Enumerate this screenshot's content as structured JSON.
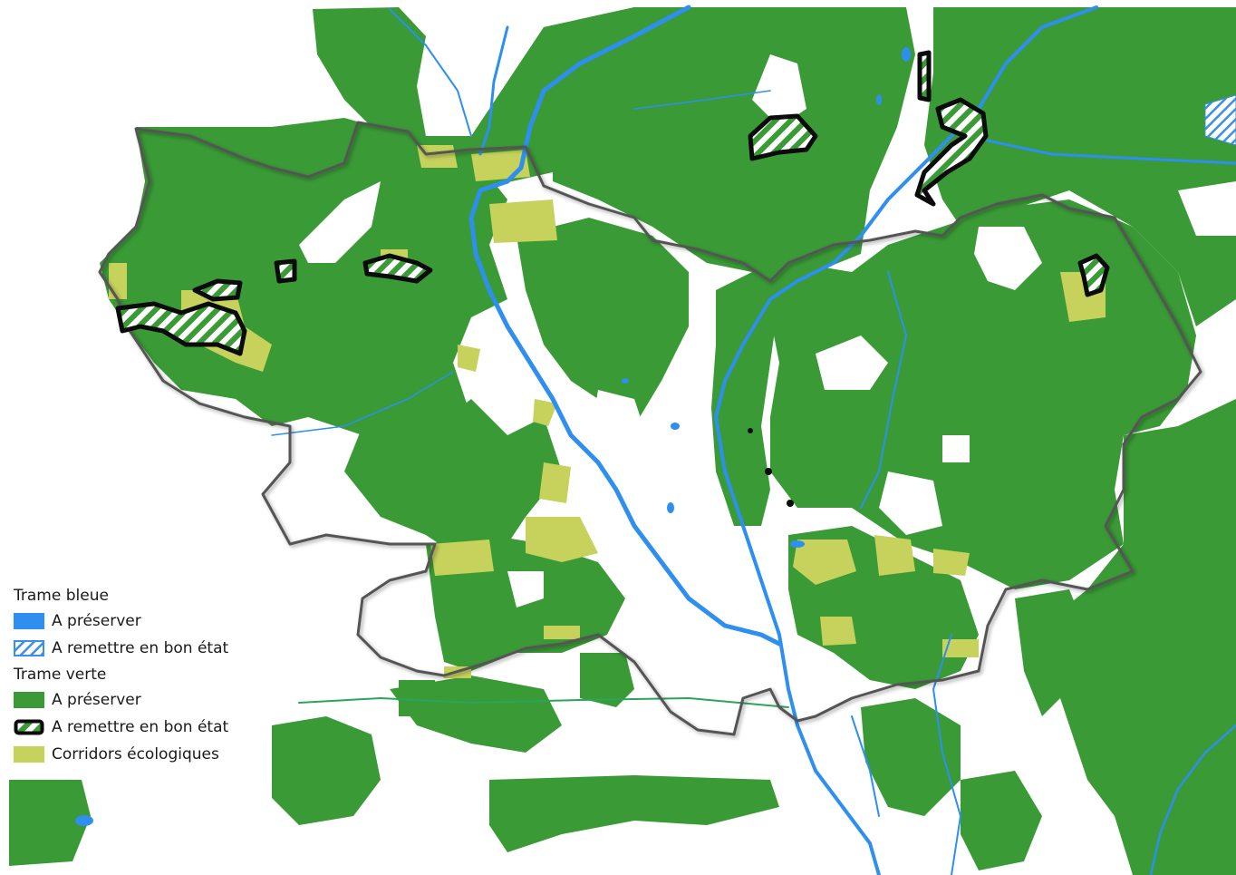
{
  "colors": {
    "background": "#ffffff",
    "green_preserve": "#3a9a36",
    "green_restore_hatch": "#3a9a36",
    "blue_preserve": "#2e8ff0",
    "blue_restore_hatch": "#3b8fe8",
    "corridor": "#c6d25c",
    "boundary": "#555555",
    "restore_outline": "#0b0b0b"
  },
  "legend": {
    "blue_title": "Trame bleue",
    "blue_preserve": "A préserver",
    "blue_restore": "A remettre en bon état",
    "green_title": "Trame verte",
    "green_preserve": "A préserver",
    "green_restore": "A remettre en bon état",
    "corridors": "Corridors écologiques"
  },
  "icons": {
    "blue_preserve": "solid-blue-swatch",
    "blue_restore": "hatched-blue-swatch",
    "green_preserve": "solid-green-swatch",
    "green_restore": "black-outlined-hatched-swatch",
    "corridors": "solid-yellow-green-swatch"
  }
}
